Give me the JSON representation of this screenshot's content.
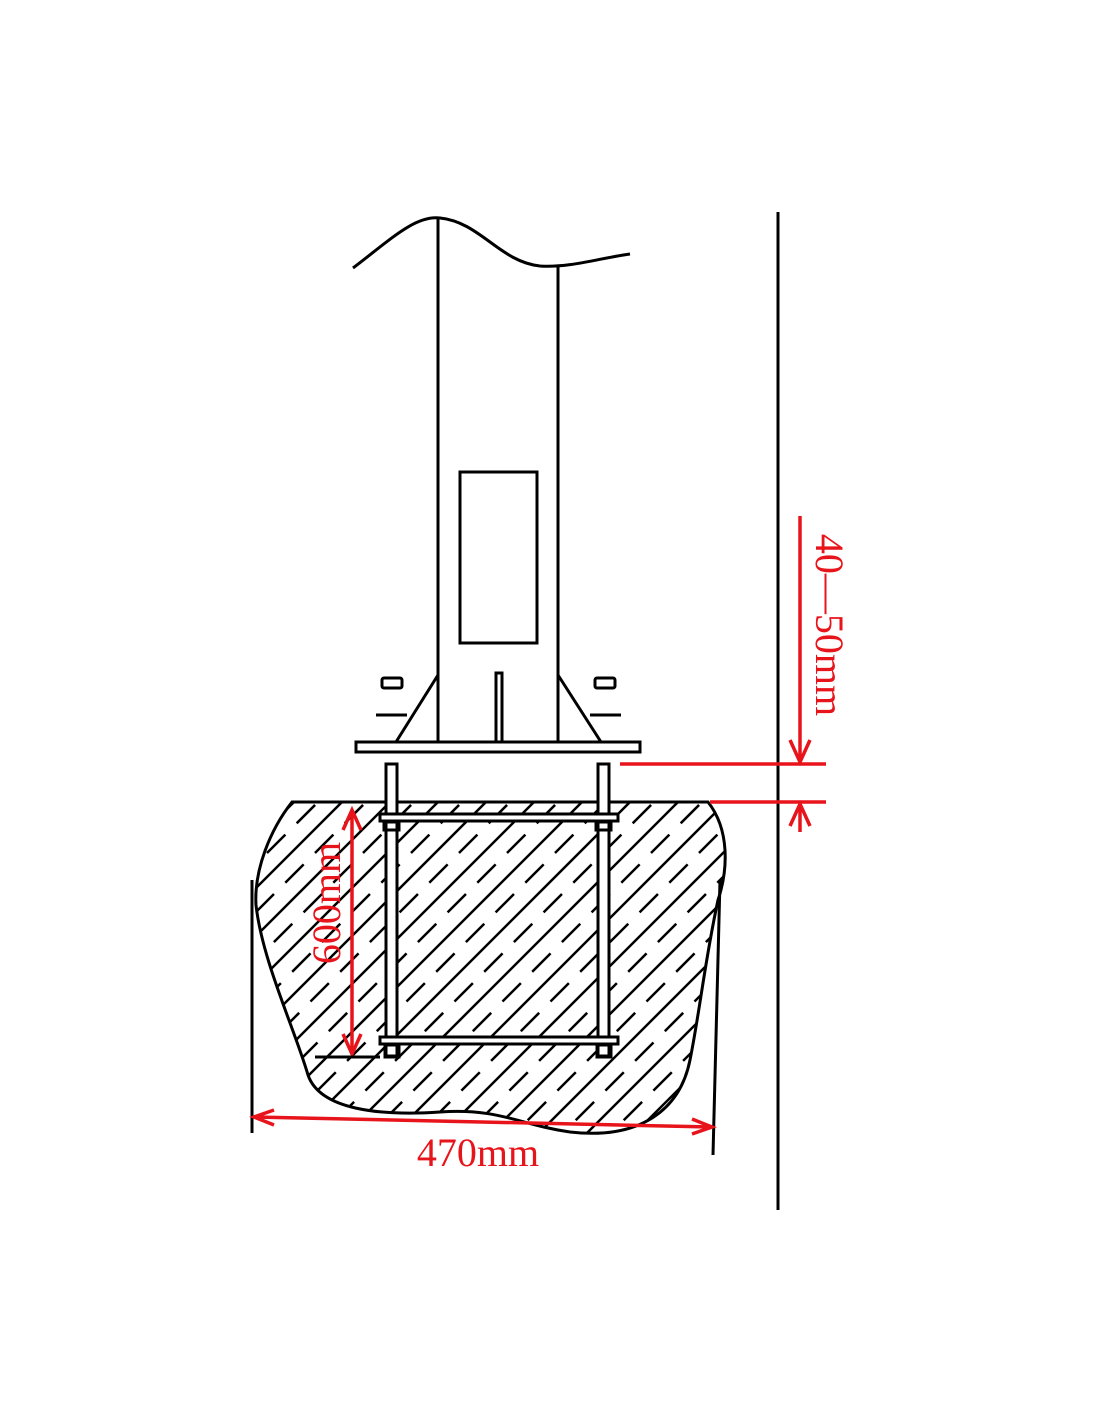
{
  "title": "Pole foundation installation diagram",
  "dimensions": {
    "plate_gap": "40—50mm",
    "bolt_depth": "600mm",
    "foundation_width": "470mm"
  },
  "colors": {
    "line": "#000000",
    "dimension": "#e8141b"
  }
}
